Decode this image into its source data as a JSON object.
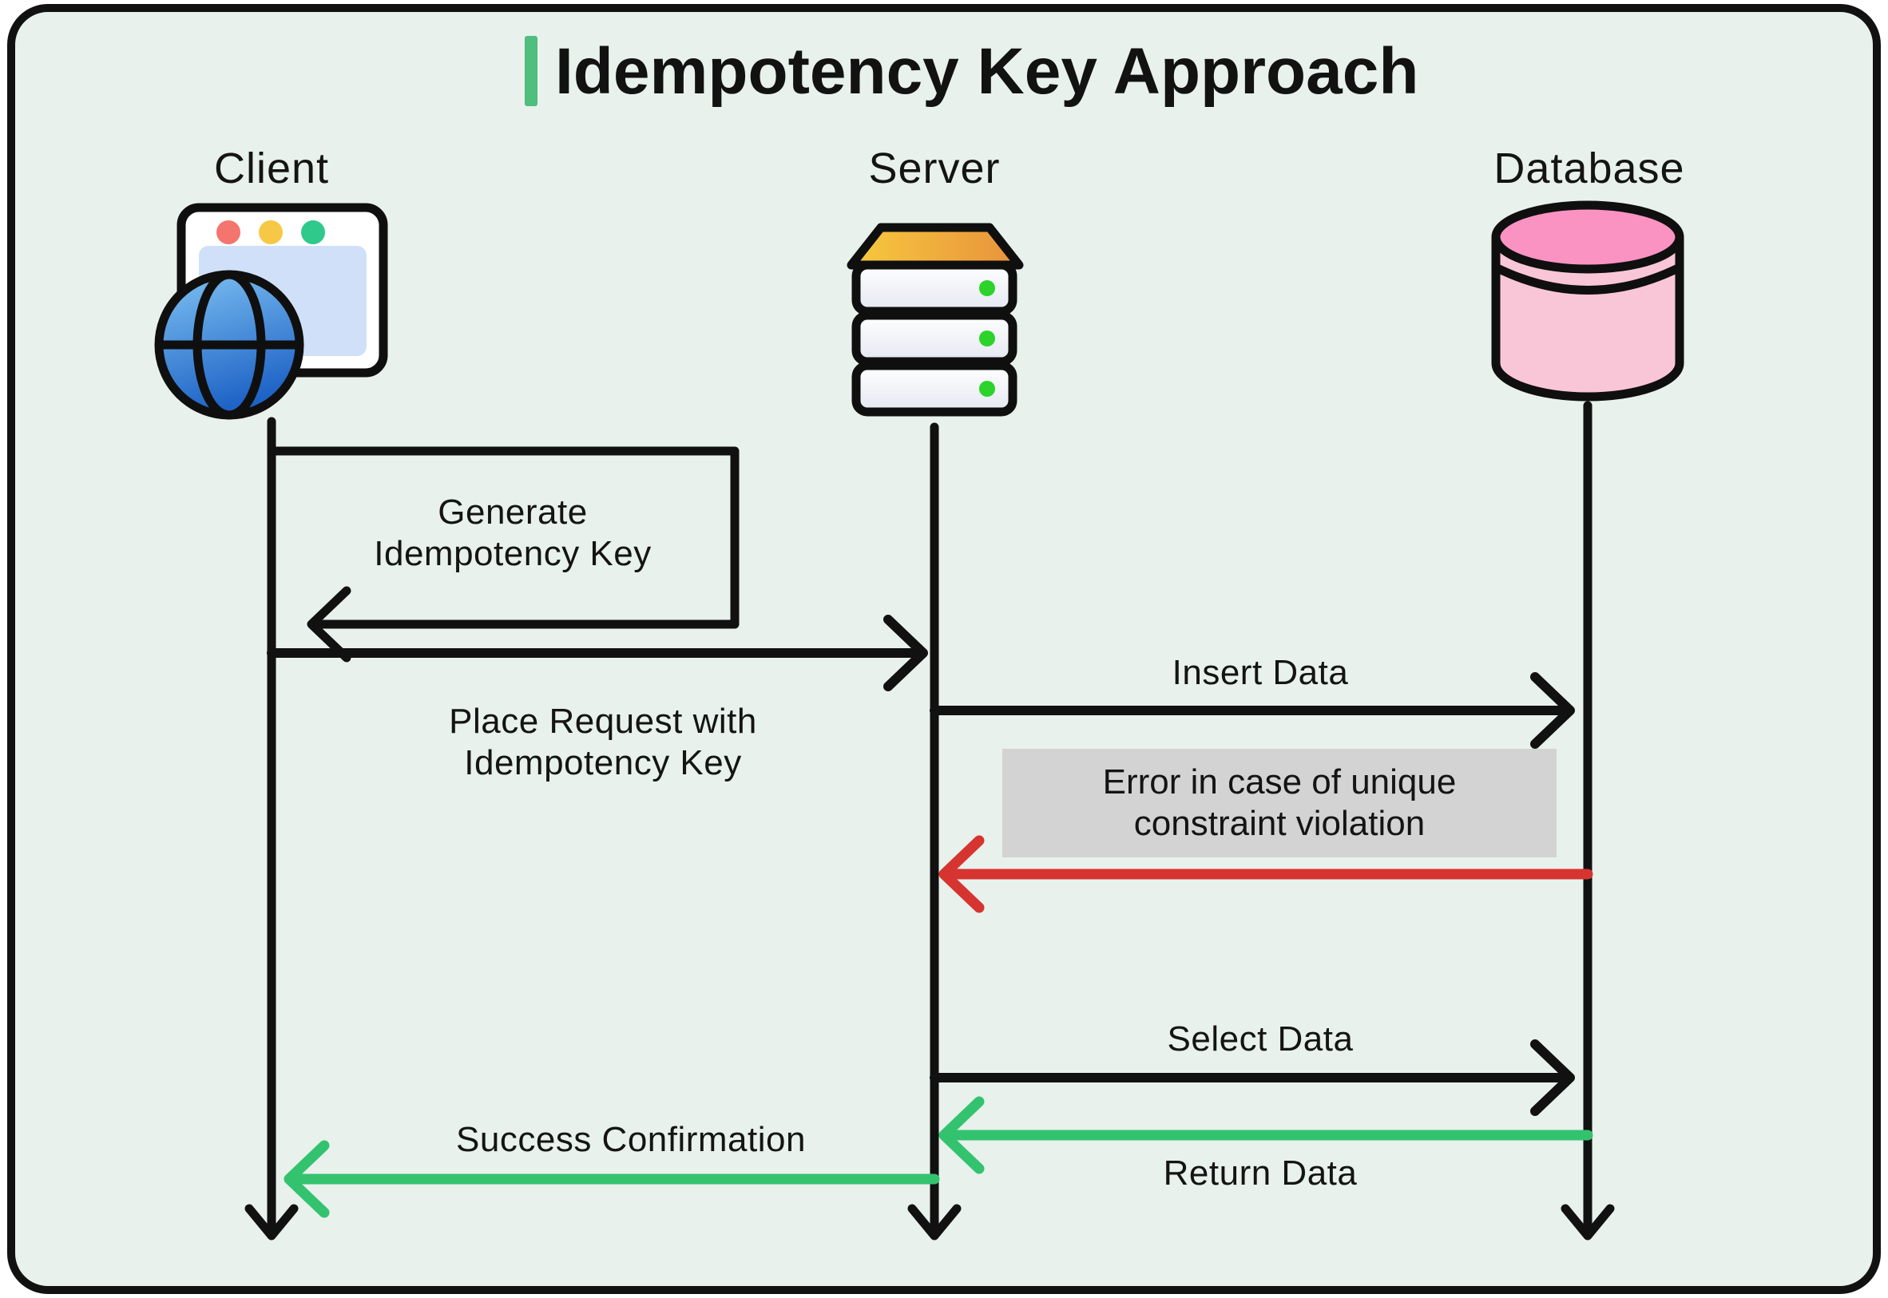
{
  "title": {
    "text": "Idempotency Key Approach"
  },
  "actors": [
    {
      "id": "client",
      "label": "Client"
    },
    {
      "id": "server",
      "label": "Server"
    },
    {
      "id": "database",
      "label": "Database"
    }
  ],
  "messages": {
    "generate_key": "Generate\nIdempotency Key",
    "place_request": "Place Request with\nIdempotency Key",
    "insert_data": "Insert Data",
    "error_note": "Error in case of unique\nconstraint violation",
    "select_data": "Select Data",
    "return_data": "Return Data",
    "success_confirmation": "Success Confirmation"
  },
  "colors": {
    "canvas_fill": "#E8F1EC",
    "stroke": "#111111",
    "accent_green": "#4FBE7E",
    "arrow_green": "#33C36F",
    "arrow_red": "#D63430",
    "note_fill": "#D3D3D3",
    "database_pink_top": "#FB93C2",
    "database_pink_body": "#F9C6D8",
    "server_top_gold": "#F7C93F",
    "server_top_orange": "#E8923B",
    "led_green": "#2BD32B",
    "browser_blue": "#CFE0F8",
    "globe_blue_light": "#7FC2F2",
    "globe_blue_dark": "#1E63C6",
    "dot_red": "#F3756E",
    "dot_yellow": "#F6C845",
    "dot_green": "#2EC98B"
  }
}
